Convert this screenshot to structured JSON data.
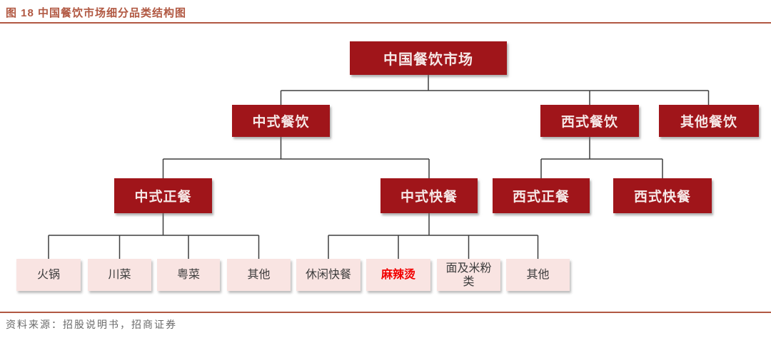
{
  "figure": {
    "title": "图 18  中国餐饮市场细分品类结构图",
    "source": "资料来源：招股说明书，招商证券"
  },
  "colors": {
    "header_accent": "#B15842",
    "dark_box_bg": "#A0151A",
    "dark_box_text": "#F6E8E7",
    "pink_box_bg": "#F9E4E2",
    "pink_box_text": "#3C3C3C",
    "highlight_text": "#F20000",
    "connector_line": "#3F3F3F",
    "source_text": "#6A6A6A"
  },
  "tree": {
    "root": {
      "label": "中国餐饮市场"
    },
    "level2": [
      {
        "label": "中式餐饮",
        "parent": "中国餐饮市场"
      },
      {
        "label": "西式餐饮",
        "parent": "中国餐饮市场"
      },
      {
        "label": "其他餐饮",
        "parent": "中国餐饮市场"
      }
    ],
    "level3": [
      {
        "label": "中式正餐",
        "parent": "中式餐饮"
      },
      {
        "label": "中式快餐",
        "parent": "中式餐饮"
      },
      {
        "label": "西式正餐",
        "parent": "西式餐饮"
      },
      {
        "label": "西式快餐",
        "parent": "西式餐饮"
      }
    ],
    "level4": [
      {
        "label": "火锅",
        "parent": "中式正餐"
      },
      {
        "label": "川菜",
        "parent": "中式正餐"
      },
      {
        "label": "粤菜",
        "parent": "中式正餐"
      },
      {
        "label": "其他",
        "parent": "中式正餐"
      },
      {
        "label": "休闲快餐",
        "parent": "中式快餐"
      },
      {
        "label": "麻辣烫",
        "parent": "中式快餐",
        "highlighted": true
      },
      {
        "label": "面及米粉类",
        "parent": "中式快餐"
      },
      {
        "label": "其他",
        "parent": "中式快餐"
      }
    ]
  }
}
